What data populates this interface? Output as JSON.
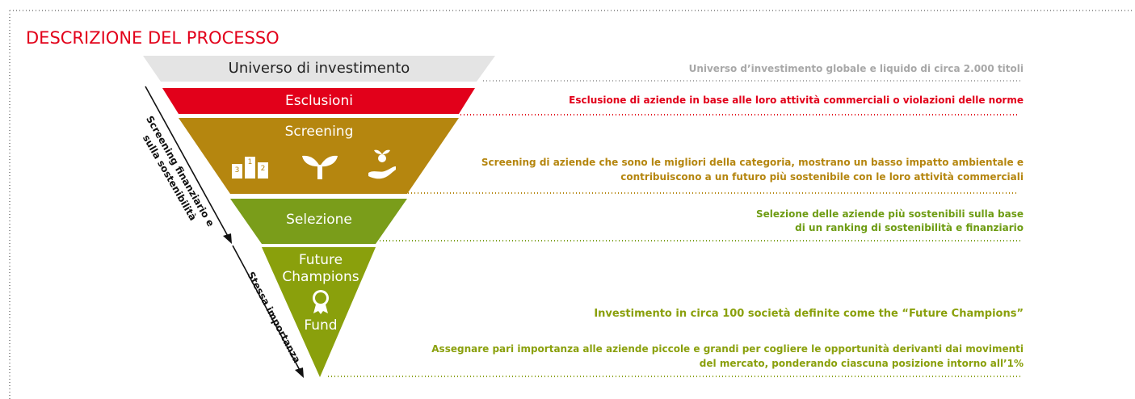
{
  "title": "DESCRIZIONE DEL PROCESSO",
  "colors": {
    "frame": "#9a9a9a",
    "universo": "#e4e4e4",
    "esclusioni": "#e2001a",
    "screening": "#b5860f",
    "selezione": "#7a9d1a",
    "fund": "#8aa00c"
  },
  "funnel": {
    "universo": "Universo di investimento",
    "esclusioni": "Esclusioni",
    "screening": "Screening",
    "selezione": "Selezione",
    "fund_line1": "Future",
    "fund_line2": "Champions",
    "fund_line3": "Fund",
    "podium_nums": [
      "3",
      "1",
      "2"
    ]
  },
  "icons": [
    "podium-icon",
    "sprout-icon",
    "hand-plant-icon",
    "medal-icon"
  ],
  "descriptions": {
    "universo": "Universo d’investimento globale e liquido di circa 2.000 titoli",
    "esclusioni": "Esclusione di aziende in base alle loro attività commerciali o violazioni delle norme",
    "screening_1": "Screening di aziende che sono le migliori della categoria, mostrano un basso impatto ambientale e",
    "screening_2": "contribuiscono a un futuro più sostenibile con le loro attività commerciali",
    "selezione_1": "Selezione delle aziende più sostenibili sulla base",
    "selezione_2": "di un ranking di sostenibilità e finanziario",
    "fund_1": "Investimento in circa 100 società definite come the “Future Champions”",
    "fund_2": "Assegnare pari importanza alle aziende piccole e grandi per cogliere le opportunità derivanti dai movimenti",
    "fund_3": "del mercato, ponderando ciascuna posizione intorno all’1%"
  },
  "arrows": {
    "screening_line1": "Screening finanziario e",
    "screening_line2": "sulla sostenibilità",
    "stessa": "Stessa importanza"
  }
}
